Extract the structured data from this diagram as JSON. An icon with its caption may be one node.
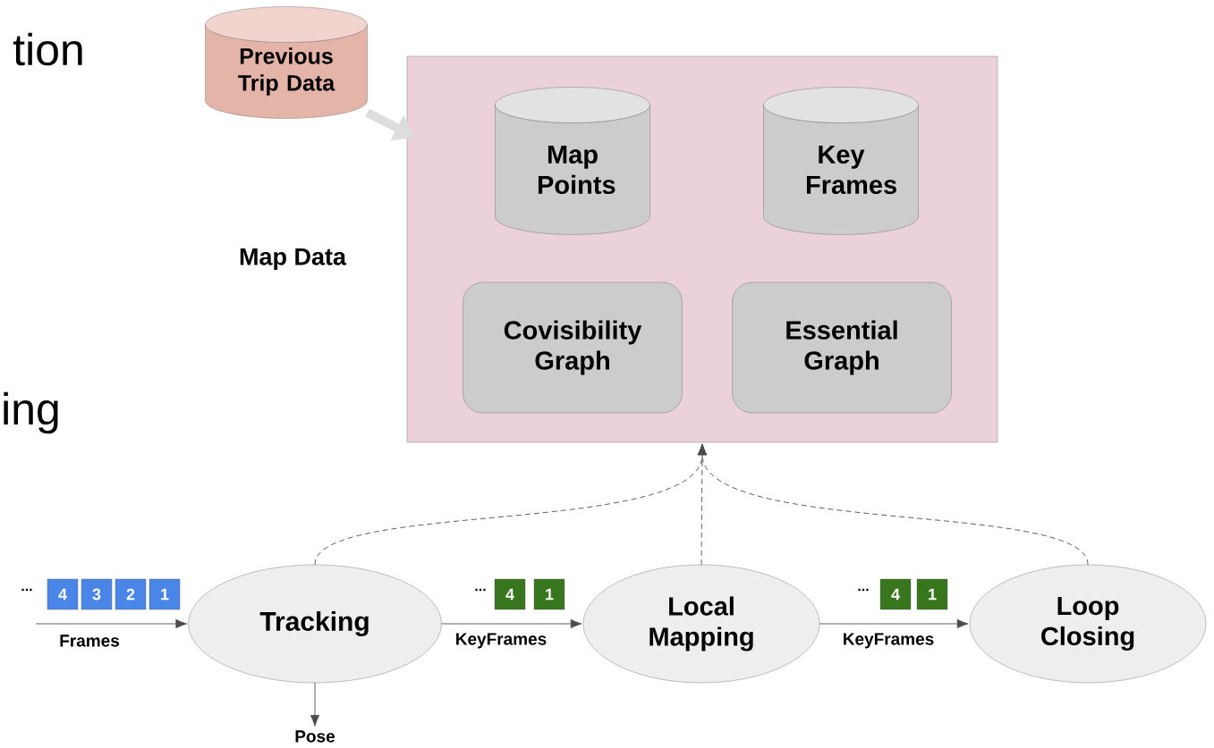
{
  "diagram": {
    "nodes": [
      {
        "text": [
          "Previous Trip Data"
        ]
      },
      {
        "text": [
          "Map Data"
        ]
      },
      {
        "text": [
          "Map Points"
        ],
        "in": 1
      },
      {
        "text": [
          "Key Frames"
        ],
        "in": 1
      },
      {
        "text": [
          "Covisibility Graph"
        ],
        "in": 1
      },
      {
        "text": [
          "Essential Graph"
        ],
        "in": 1
      },
      {
        "text": [
          "Tracking"
        ]
      },
      {
        "text": [
          "Local Mapping"
        ]
      },
      {
        "text": [
          "Loop Closing"
        ]
      },
      {
        "text": [
          "Pose"
        ]
      },
      {
        "text": [
          "4"
        ]
      },
      {
        "text": [
          "3"
        ]
      },
      {
        "text": [
          "2"
        ]
      },
      {
        "text": [
          "1"
        ]
      },
      {
        "text": [
          "4"
        ]
      },
      {
        "text": [
          "1"
        ]
      },
      {
        "text": [
          "4"
        ]
      },
      {
        "text": [
          "1"
        ]
      }
    ],
    "edges": [
      {
        "from": 0,
        "to": 1,
        "arrow": "to",
        "style": "thick",
        "color": "#dddddd"
      },
      {
        "from": null,
        "to": 6,
        "arrow": "to",
        "label": "Frames"
      },
      {
        "from": 6,
        "to": 7,
        "arrow": "to",
        "label": "KeyFrames"
      },
      {
        "from": 7,
        "to": 8,
        "arrow": "to",
        "label": "KeyFrames"
      },
      {
        "from": 6,
        "to": 9,
        "arrow": "to"
      },
      {
        "from": 6,
        "to": 1,
        "arrow": "to",
        "style": "dashed"
      },
      {
        "from": 7,
        "to": 1,
        "arrow": "to",
        "style": "dashed"
      },
      {
        "from": 8,
        "to": 1,
        "arrow": "to",
        "style": "dashed"
      }
    ],
    "labels": [
      "tion",
      "ing",
      "...",
      "...",
      "..."
    ]
  }
}
